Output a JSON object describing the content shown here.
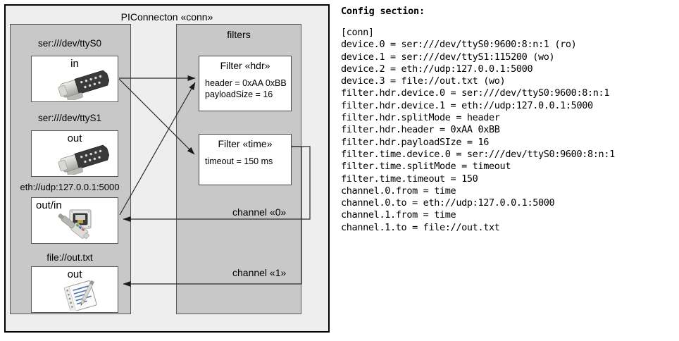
{
  "diagram": {
    "title": "PIConnecton «conn»",
    "devices_group": {
      "title": "",
      "items": [
        {
          "label": "ser:///dev/ttyS0",
          "mode": "in",
          "icon": "serial-db9-icon"
        },
        {
          "label": "ser:///dev/ttyS1",
          "mode": "out",
          "icon": "serial-db9-icon"
        },
        {
          "label": "eth://udp:127.0.0.1:5000",
          "mode": "out/in",
          "icon": "ethernet-rj45-icon"
        },
        {
          "label": "file://out.txt",
          "mode": "out",
          "icon": "text-file-icon"
        }
      ]
    },
    "filters_group": {
      "title": "filters",
      "items": [
        {
          "title": "Filter «hdr»",
          "props": [
            "header = 0xAA 0xBB",
            "payloadSize = 16"
          ]
        },
        {
          "title": "Filter «time»",
          "props": [
            "timeout = 150 ms"
          ]
        }
      ]
    },
    "channels": [
      {
        "label": "channel «0»"
      },
      {
        "label": "channel «1»"
      }
    ]
  },
  "config": {
    "heading": "Config section:",
    "lines": [
      "[conn]",
      "device.0 = ser:///dev/ttyS0:9600:8:n:1 (ro)",
      "device.1 = ser:///dev/ttyS1:115200 (wo)",
      "device.2 = eth://udp:127.0.0.1:5000",
      "device.3 = file://out.txt (wo)",
      "filter.hdr.device.0 = ser:///dev/ttyS0:9600:8:n:1",
      "filter.hdr.device.1 = eth://udp:127.0.0.1:5000",
      "filter.hdr.splitMode = header",
      "filter.hdr.header = 0xAA 0xBB",
      "filter.hdr.payloadSIze = 16",
      "filter.time.device.0 = ser:///dev/ttyS0:9600:8:n:1",
      "filter.time.splitMode = timeout",
      "filter.time.timeout = 150",
      "channel.0.from = time",
      "channel.0.to = eth://udp:127.0.0.1:5000",
      "channel.1.from = time",
      "channel.1.to = file://out.txt"
    ]
  },
  "colors": {
    "frame_bg": "#eeeeee",
    "group_bg": "#c8c8c8",
    "box_bg": "#ffffff",
    "line": "#333333",
    "border": "#000000"
  }
}
